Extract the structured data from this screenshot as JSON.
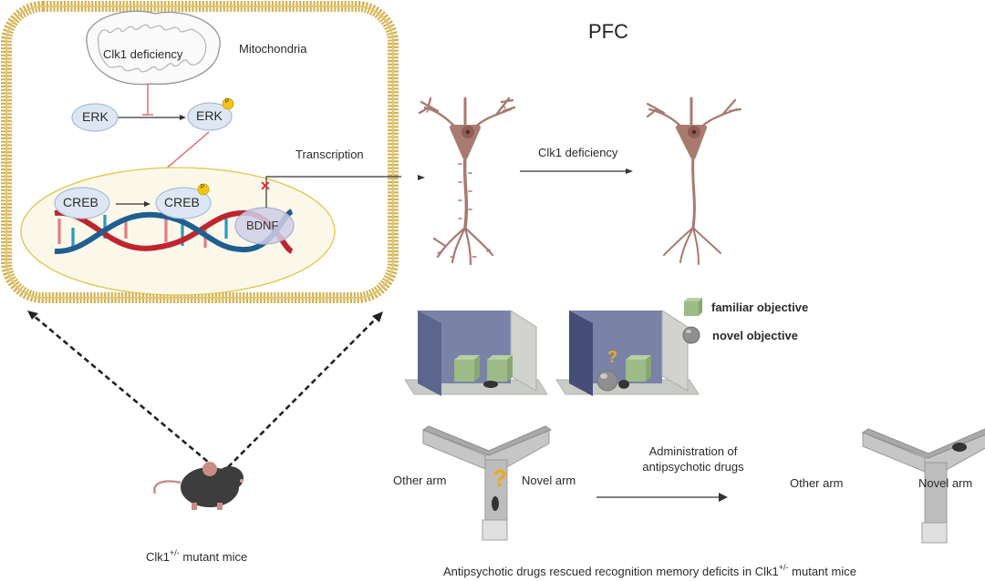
{
  "figure": {
    "region_title": "PFC",
    "cell": {
      "mitochondria_label": "Mitochondria",
      "mitochondria_text": "Clk1 deficiency",
      "erk_label": "ERK",
      "erk_p_label": "ERK",
      "creb_label": "CREB",
      "creb_p_label": "CREB",
      "bdnf_label": "BDNF",
      "phospho_badge": "P",
      "transcription_label": "Transcription",
      "blocked_mark": "✕"
    },
    "neurons": {
      "arrow_label": "Clk1 deficiency"
    },
    "legend": {
      "items": [
        {
          "icon": "green-cube-icon",
          "label": "familiar objective"
        },
        {
          "icon": "grey-sphere-icon",
          "label": "novel objective"
        }
      ]
    },
    "ymaze": {
      "left": {
        "other_arm": "Other arm",
        "novel_arm": "Novel arm",
        "question_mark": "?"
      },
      "right": {
        "other_arm": "Other arm",
        "novel_arm": "Novel arm"
      },
      "arrow_label_line1": "Administration of",
      "arrow_label_line2": "antipsychotic drugs"
    },
    "mouse_caption": {
      "prefix": "Clk1",
      "superscript": "+/-",
      "suffix": " mutant mice"
    },
    "bottom_caption": {
      "prefix": "Antipsychotic drugs rescued recognition memory deficits in Clk1",
      "superscript": "+/-",
      "suffix": " mutant mice"
    },
    "colors": {
      "membrane": "#d9b85a",
      "nucleus_border": "#e0c548",
      "nucleus_fill": "#fbf8ea",
      "protein_fill": "#dde7f3",
      "protein_border": "#a9bcd8",
      "phospho": "#f2c418",
      "inhibit_line": "#e0556a",
      "dna_red": "#c0242f",
      "dna_blue": "#1f5f8f",
      "neuron": "#a87a70",
      "box_wall": "#7a82a8",
      "cube": "#9dbb86",
      "question": "#f0a81c"
    }
  }
}
